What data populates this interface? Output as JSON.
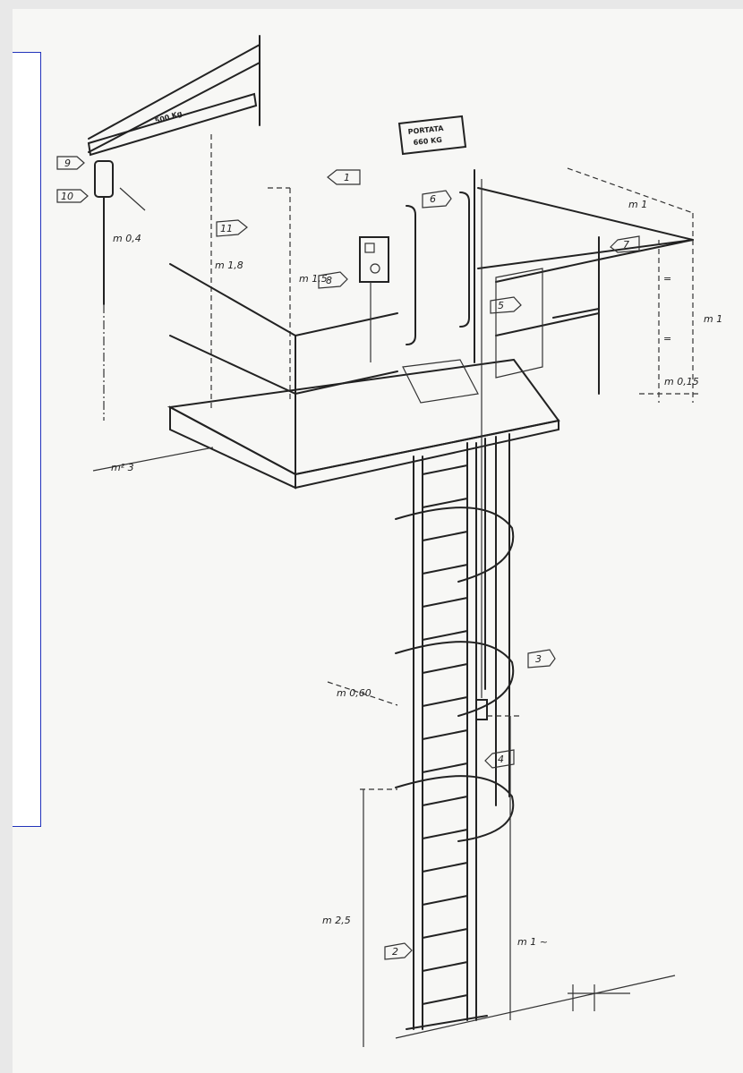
{
  "sign": {
    "line1": "PORTATA",
    "line2": "660 KG"
  },
  "beam_label": "500 Kg",
  "dimensions": {
    "crane_reach": "m 0,4",
    "mast_height": "m 1,8",
    "pole_height": "m 1,5",
    "rail_offset": "m 1",
    "guard_height": "m 1",
    "toe_board": "m 0,15",
    "platform_area": "m² 3",
    "cage_spacing": "m 0,60",
    "cage_start": "m 2,5",
    "ladder_bottom": "m 1 ~",
    "equal_mark": "="
  },
  "callouts": [
    "1",
    "2",
    "3",
    "4",
    "5",
    "6",
    "7",
    "8",
    "9",
    "10",
    "11"
  ]
}
